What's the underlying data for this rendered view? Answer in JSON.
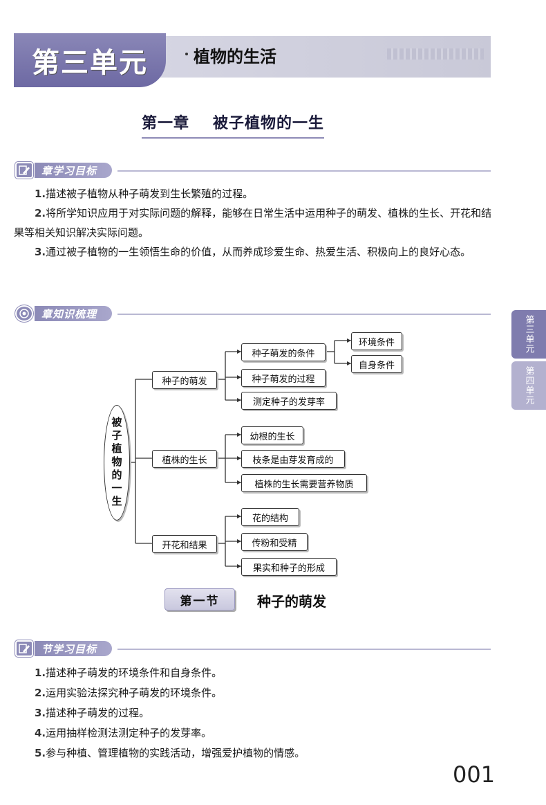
{
  "unit": {
    "badge": "第三单元",
    "title": "植物的生活"
  },
  "chapter": {
    "number": "第一章",
    "title": "被子植物的一生"
  },
  "chapter_goals": {
    "label": "章学习目标",
    "items": [
      {
        "num": "1.",
        "text": "描述被子植物从种子萌发到生长繁殖的过程。"
      },
      {
        "num": "2.",
        "text": "将所学知识应用于对实际问题的解释，能够在日常生活中运用种子的萌发、植株的生长、开花和结果等相关知识解决实际问题。"
      },
      {
        "num": "3.",
        "text": "通过被子植物的一生领悟生命的价值，从而养成珍爱生命、热爱生活、积极向上的良好心态。"
      }
    ]
  },
  "knowledge_map": {
    "label": "章知识梳理",
    "root": "被子植物的一生",
    "branches": [
      {
        "label": "种子的萌发",
        "children": [
          "种子萌发的条件",
          "种子萌发的过程",
          "测定种子的发芽率"
        ],
        "sub": [
          "环境条件",
          "自身条件"
        ]
      },
      {
        "label": "植株的生长",
        "children": [
          "幼根的生长",
          "枝条是由芽发育成的",
          "植株的生长需要营养物质"
        ]
      },
      {
        "label": "开花和结果",
        "children": [
          "花的结构",
          "传粉和受精",
          "果实和种子的形成"
        ]
      }
    ]
  },
  "side_tabs": [
    {
      "label": "第三单元",
      "color": "#7f7cae"
    },
    {
      "label": "第四单元",
      "color": "#b3b1cf"
    }
  ],
  "section": {
    "number": "第一节",
    "title": "种子的萌发"
  },
  "section_goals": {
    "label": "节学习目标",
    "items": [
      {
        "num": "1.",
        "text": "描述种子萌发的环境条件和自身条件。"
      },
      {
        "num": "2.",
        "text": "运用实验法探究种子萌发的环境条件。"
      },
      {
        "num": "3.",
        "text": "描述种子萌发的过程。"
      },
      {
        "num": "4.",
        "text": "运用抽样检测法测定种子的发芽率。"
      },
      {
        "num": "5.",
        "text": "参与种植、管理植物的实践活动，增强爱护植物的情感。"
      }
    ]
  },
  "page_number": "001",
  "colors": {
    "accent": "#8c8ab7",
    "accent_dark": "#6d69a3"
  }
}
